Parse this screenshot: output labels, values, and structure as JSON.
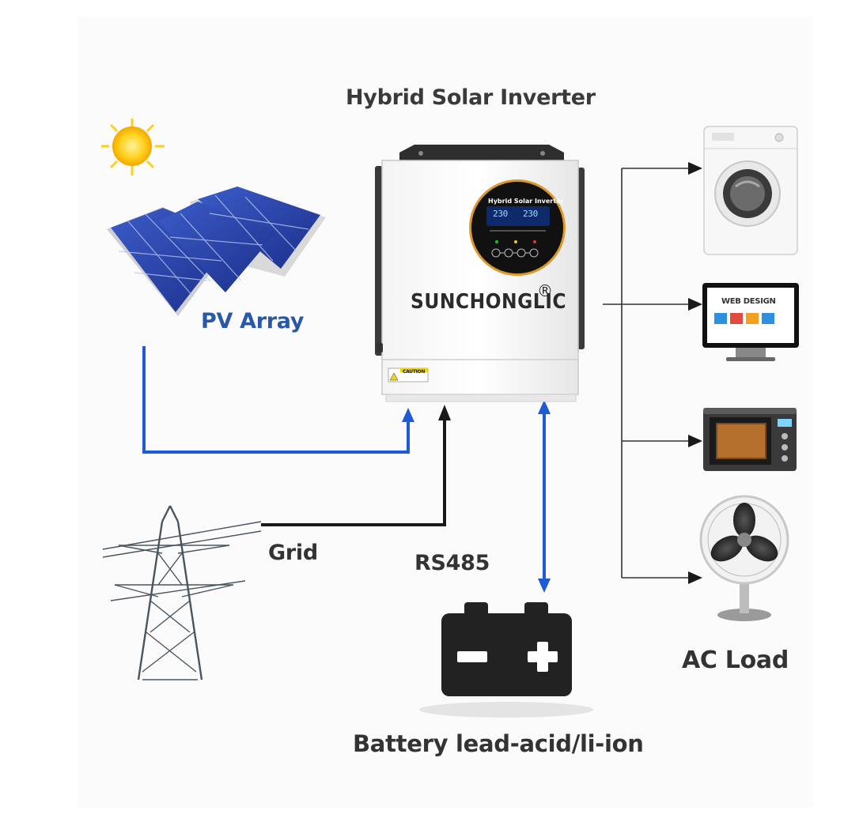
{
  "title": "Hybrid Solar Inverter",
  "pv_label": "PV Array",
  "grid_label": "Grid",
  "rs485_label": "RS485",
  "ac_load_label": "AC Load",
  "battery_label": "Battery lead-acid/li-ion",
  "inverter": {
    "brand": "SUNCHONGLIC",
    "registered_mark": "®",
    "lcd_title": "Hybrid Solar Inverter",
    "lcd_value_left": "230",
    "lcd_value_right": "230",
    "caution_label": "CAUTION"
  },
  "monitor_text": "WEB DESIGN",
  "colors": {
    "pv_line": "#1f5bd6",
    "grid_line": "#1a1a1a",
    "battery_line": "#1f5bd6",
    "load_line": "#333333",
    "pv_text": "#2a58a8"
  },
  "icons": [
    "sun-icon",
    "solar-panel-icon",
    "transmission-tower-icon",
    "battery-icon",
    "washing-machine-icon",
    "monitor-icon",
    "microwave-icon",
    "fan-icon"
  ]
}
